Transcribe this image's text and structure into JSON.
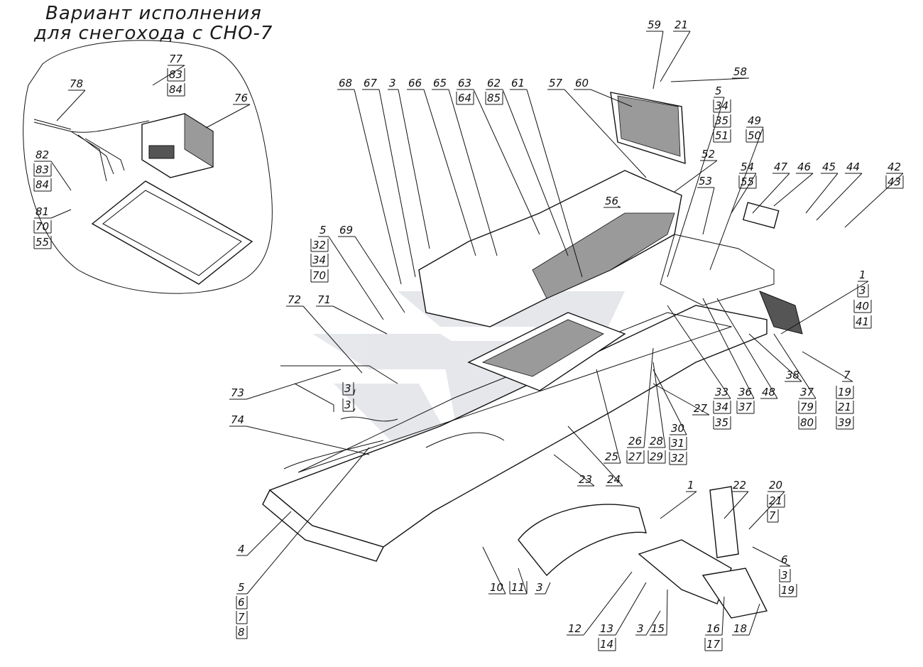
{
  "caption": {
    "line1": "Вариант исполнения",
    "line2": "для снегохода с СНО-7"
  },
  "labels": [
    {
      "id": "l78",
      "text": "78"
    },
    {
      "id": "l77",
      "text": "77"
    },
    {
      "id": "l83a",
      "text": "83"
    },
    {
      "id": "l84a",
      "text": "84"
    },
    {
      "id": "l76",
      "text": "76"
    },
    {
      "id": "l82",
      "text": "82"
    },
    {
      "id": "l83b",
      "text": "83"
    },
    {
      "id": "l84b",
      "text": "84"
    },
    {
      "id": "l81",
      "text": "81"
    },
    {
      "id": "l70a",
      "text": "70"
    },
    {
      "id": "l55a",
      "text": "55"
    },
    {
      "id": "l68",
      "text": "68"
    },
    {
      "id": "l67",
      "text": "67"
    },
    {
      "id": "l3a",
      "text": "3"
    },
    {
      "id": "l66",
      "text": "66"
    },
    {
      "id": "l65",
      "text": "65"
    },
    {
      "id": "l63",
      "text": "63"
    },
    {
      "id": "l64",
      "text": "64"
    },
    {
      "id": "l62",
      "text": "62"
    },
    {
      "id": "l85",
      "text": "85"
    },
    {
      "id": "l61",
      "text": "61"
    },
    {
      "id": "l57",
      "text": "57"
    },
    {
      "id": "l60",
      "text": "60"
    },
    {
      "id": "l59",
      "text": "59"
    },
    {
      "id": "l21a",
      "text": "21"
    },
    {
      "id": "l58",
      "text": "58"
    },
    {
      "id": "l5a",
      "text": "5"
    },
    {
      "id": "l34a",
      "text": "34"
    },
    {
      "id": "l35a",
      "text": "35"
    },
    {
      "id": "l51",
      "text": "51"
    },
    {
      "id": "l49",
      "text": "49"
    },
    {
      "id": "l50",
      "text": "50"
    },
    {
      "id": "l52",
      "text": "52"
    },
    {
      "id": "l53",
      "text": "53"
    },
    {
      "id": "l56",
      "text": "56"
    },
    {
      "id": "l54",
      "text": "54"
    },
    {
      "id": "l55b",
      "text": "55"
    },
    {
      "id": "l47",
      "text": "47"
    },
    {
      "id": "l46",
      "text": "46"
    },
    {
      "id": "l45",
      "text": "45"
    },
    {
      "id": "l44",
      "text": "44"
    },
    {
      "id": "l42",
      "text": "42"
    },
    {
      "id": "l43",
      "text": "43"
    },
    {
      "id": "l1a",
      "text": "1"
    },
    {
      "id": "l3b",
      "text": "3"
    },
    {
      "id": "l40",
      "text": "40"
    },
    {
      "id": "l41",
      "text": "41"
    },
    {
      "id": "l5b",
      "text": "5"
    },
    {
      "id": "l32a",
      "text": "32"
    },
    {
      "id": "l34b",
      "text": "34"
    },
    {
      "id": "l70b",
      "text": "70"
    },
    {
      "id": "l69",
      "text": "69"
    },
    {
      "id": "l72",
      "text": "72"
    },
    {
      "id": "l71",
      "text": "71"
    },
    {
      "id": "l73",
      "text": "73"
    },
    {
      "id": "l3c",
      "text": "3"
    },
    {
      "id": "l3d",
      "text": "3"
    },
    {
      "id": "l74",
      "text": "74"
    },
    {
      "id": "l33",
      "text": "33"
    },
    {
      "id": "l34c",
      "text": "34"
    },
    {
      "id": "l35b",
      "text": "35"
    },
    {
      "id": "l36",
      "text": "36"
    },
    {
      "id": "l37a",
      "text": "37"
    },
    {
      "id": "l48",
      "text": "48"
    },
    {
      "id": "l38",
      "text": "38"
    },
    {
      "id": "l37b",
      "text": "37"
    },
    {
      "id": "l79",
      "text": "79"
    },
    {
      "id": "l80",
      "text": "80"
    },
    {
      "id": "l7a",
      "text": "7"
    },
    {
      "id": "l19a",
      "text": "19"
    },
    {
      "id": "l21b",
      "text": "21"
    },
    {
      "id": "l39",
      "text": "39"
    },
    {
      "id": "l27a",
      "text": "27"
    },
    {
      "id": "l30",
      "text": "30"
    },
    {
      "id": "l31",
      "text": "31"
    },
    {
      "id": "l32b",
      "text": "32"
    },
    {
      "id": "l28",
      "text": "28"
    },
    {
      "id": "l29",
      "text": "29"
    },
    {
      "id": "l26",
      "text": "26"
    },
    {
      "id": "l27b",
      "text": "27"
    },
    {
      "id": "l25",
      "text": "25"
    },
    {
      "id": "l23",
      "text": "23"
    },
    {
      "id": "l24",
      "text": "24"
    },
    {
      "id": "l4",
      "text": "4"
    },
    {
      "id": "l5c",
      "text": "5"
    },
    {
      "id": "l6a",
      "text": "6"
    },
    {
      "id": "l7b",
      "text": "7"
    },
    {
      "id": "l8",
      "text": "8"
    },
    {
      "id": "l10",
      "text": "10"
    },
    {
      "id": "l11",
      "text": "11"
    },
    {
      "id": "l3e",
      "text": "3"
    },
    {
      "id": "l1b",
      "text": "1"
    },
    {
      "id": "l22",
      "text": "22"
    },
    {
      "id": "l20",
      "text": "20"
    },
    {
      "id": "l21c",
      "text": "21"
    },
    {
      "id": "l7c",
      "text": "7"
    },
    {
      "id": "l6b",
      "text": "6"
    },
    {
      "id": "l3f",
      "text": "3"
    },
    {
      "id": "l19b",
      "text": "19"
    },
    {
      "id": "l12",
      "text": "12"
    },
    {
      "id": "l13",
      "text": "13"
    },
    {
      "id": "l14",
      "text": "14"
    },
    {
      "id": "l3g",
      "text": "3"
    },
    {
      "id": "l15",
      "text": "15"
    },
    {
      "id": "l16",
      "text": "16"
    },
    {
      "id": "l17",
      "text": "17"
    },
    {
      "id": "l18",
      "text": "18"
    }
  ]
}
